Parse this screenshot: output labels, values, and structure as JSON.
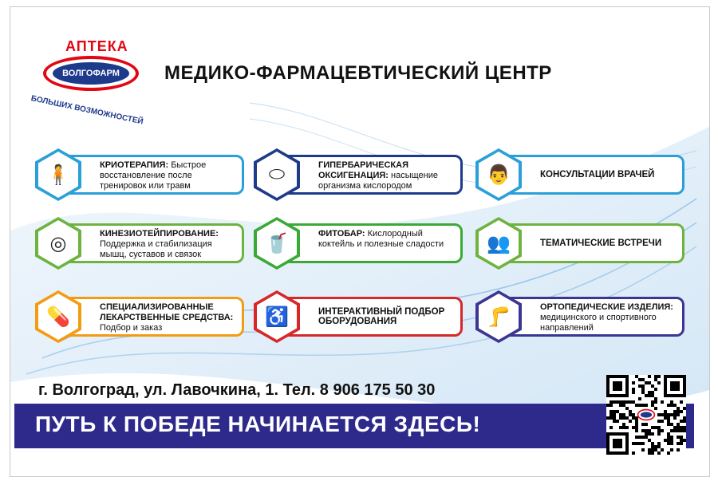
{
  "logo": {
    "top_text": "АПТЕКА",
    "brand": "ВОЛГОФАРМ",
    "bottom_text": "БОЛЬШИХ ВОЗМОЖНОСТЕЙ"
  },
  "headline": "МЕДИКО-ФАРМАЦЕВТИЧЕСКИЙ ЦЕНТР",
  "services": [
    {
      "title": "КРИОТЕРАПИЯ:",
      "desc": "Быстрое восстановление после тренировок или травм",
      "icon": "cryo-chamber-icon",
      "color": "#2a9fd8"
    },
    {
      "title": "ГИПЕРБАРИЧЕСКАЯ ОКСИГЕНАЦИЯ:",
      "desc": "насыщение организма кислородом",
      "icon": "pressure-chamber-icon",
      "color": "#1e3a8a"
    },
    {
      "title": "КОНСУЛЬТАЦИИ ВРАЧЕЙ",
      "desc": "",
      "icon": "doctor-icon",
      "color": "#2a9fd8"
    },
    {
      "title": "КИНЕЗИОТЕЙПИРОВАНИЕ:",
      "desc": "Поддержка и стабилизация мышц, суставов и связок",
      "icon": "tape-rolls-icon",
      "color": "#6db33f"
    },
    {
      "title": "ФИТОБАР:",
      "desc": "Кислородный коктейль и полезные сладости",
      "icon": "cocktail-icon",
      "color": "#3aa935"
    },
    {
      "title": "ТЕМАТИЧЕСКИЕ ВСТРЕЧИ",
      "desc": "",
      "icon": "meeting-icon",
      "color": "#6db33f"
    },
    {
      "title": "СПЕЦИАЛИЗИРОВАННЫЕ ЛЕКАРСТВЕННЫЕ СРЕДСТВА:",
      "desc": "Подбор и заказ",
      "icon": "medicine-icon",
      "color": "#f39c12"
    },
    {
      "title": "ИНТЕРАКТИВНЫЙ ПОДБОР ОБОРУДОВАНИЯ",
      "desc": "",
      "icon": "wheelchair-icon",
      "color": "#d62828"
    },
    {
      "title": "ОРТОПЕДИЧЕСКИЕ ИЗДЕЛИЯ:",
      "desc": "медицинского и спортивного направлений",
      "icon": "orthosis-icon",
      "color": "#3b3593"
    }
  ],
  "address": "г. Волгоград, ул. Лавочкина, 1. Тел. 8 906 175 50 30",
  "slogan": "ПУТЬ К ПОБЕДЕ НАЧИНАЕТСЯ ЗДЕСЬ!"
}
